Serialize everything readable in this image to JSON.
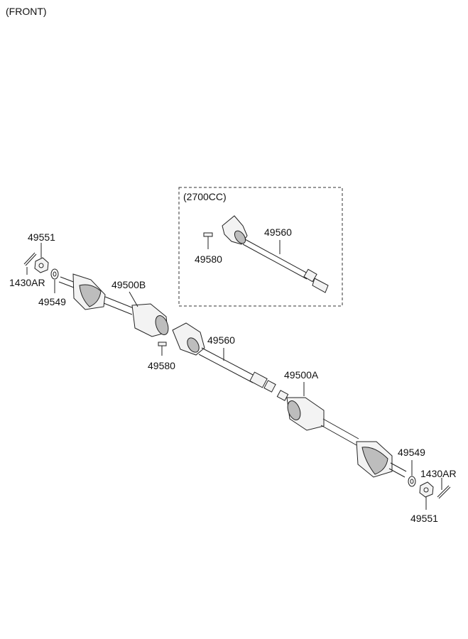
{
  "header": {
    "title": "(FRONT)"
  },
  "variant": {
    "label": "(2700CC)"
  },
  "callouts": {
    "c49551_left": "49551",
    "c1430AR_left": "1430AR",
    "c49549_left": "49549",
    "c49500B": "49500B",
    "c49580_main": "49580",
    "c49560_main": "49560",
    "c49500A": "49500A",
    "c49549_right": "49549",
    "c1430AR_right": "1430AR",
    "c49551_right": "49551",
    "c49560_variant": "49560",
    "c49580_variant": "49580"
  },
  "colors": {
    "line": "#222222",
    "part_fill": "#f3f3f3",
    "boot_shade": "#bdbdbd"
  }
}
